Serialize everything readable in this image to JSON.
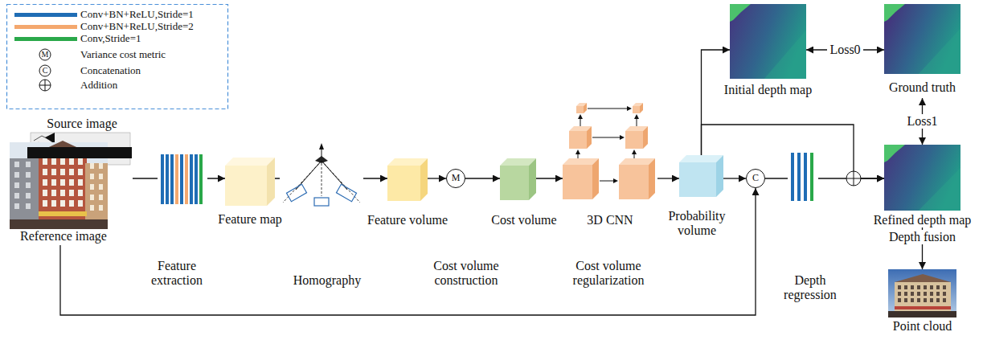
{
  "diagram": {
    "nodes": [
      {
        "text": [
          "Source image",
          "Reference image"
        ]
      },
      {
        "text": [
          "Feature map"
        ]
      },
      {
        "text": [
          "Feature volume"
        ]
      },
      {
        "text": [
          "M"
        ]
      },
      {
        "text": [
          "Cost volume"
        ]
      },
      {
        "text": [
          "3D CNN"
        ]
      },
      {
        "text": [
          "Probability volume"
        ]
      },
      {
        "text": [
          "C"
        ]
      },
      {
        "text": [
          "Initial depth map"
        ]
      },
      {
        "text": [
          "Ground truth"
        ]
      },
      {
        "text": [
          "Refined depth map"
        ]
      },
      {
        "text": [
          "Point cloud"
        ]
      }
    ],
    "edges": [
      {
        "from": 0,
        "to": 1,
        "arrow": "to"
      },
      {
        "from": 1,
        "to": 2,
        "arrow": "to"
      },
      {
        "from": 2,
        "to": 3,
        "arrow": "to"
      },
      {
        "from": 3,
        "to": 4,
        "arrow": "to"
      },
      {
        "from": 4,
        "to": 5,
        "arrow": "to"
      },
      {
        "from": 5,
        "to": 6,
        "arrow": "to"
      },
      {
        "from": 6,
        "to": 7,
        "arrow": "to"
      },
      {
        "from": 0,
        "to": 7,
        "arrow": "to"
      },
      {
        "from": 6,
        "to": 8,
        "arrow": "to"
      },
      {
        "from": 8,
        "to": 9,
        "label": "Loss0",
        "arrow": "both"
      },
      {
        "from": 6,
        "to": 10,
        "arrow": "to"
      },
      {
        "from": 7,
        "to": 10,
        "arrow": "to"
      },
      {
        "from": 9,
        "to": 10,
        "label": "Loss1",
        "arrow": "both"
      },
      {
        "from": 10,
        "to": 11,
        "label": "Depth fusion",
        "arrow": "to"
      }
    ],
    "labels": [
      "Feature extraction",
      "Homography",
      "Cost volume construction",
      "Cost volume regularization",
      "Depth regression",
      "M",
      "C"
    ],
    "legend": [
      {
        "text": "Conv+BN+ReLU,Stride=1",
        "color": "#1f6db5"
      },
      {
        "text": "Conv+BN+ReLU,Stride=2",
        "color": "#f4a86e"
      },
      {
        "text": "Conv,Stride=1",
        "color": "#2aa84a"
      },
      {
        "text": "Variance cost metric"
      },
      {
        "text": "Concatenation"
      },
      {
        "text": "Addition"
      }
    ]
  }
}
